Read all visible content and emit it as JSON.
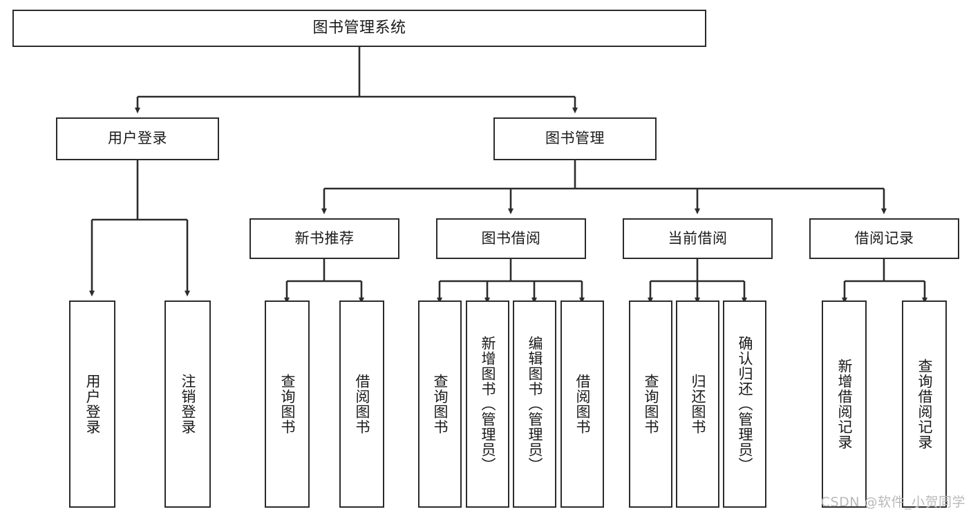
{
  "diagram": {
    "title": "图书管理系统",
    "type": "tree",
    "orientation": "top-down",
    "colors": {
      "stroke": "#2b2b2b",
      "fill": "#ffffff",
      "text": "#1a1a1a",
      "background": "#ffffff",
      "watermark": "#b9b9b9"
    },
    "root": {
      "label": "图书管理系统"
    },
    "level2": [
      {
        "label": "用户登录"
      },
      {
        "label": "图书管理"
      }
    ],
    "level3": [
      {
        "label": "新书推荐"
      },
      {
        "label": "图书借阅"
      },
      {
        "label": "当前借阅"
      },
      {
        "label": "借阅记录"
      }
    ],
    "leaves": {
      "user_login": [
        {
          "label": "用户登录"
        },
        {
          "label": "注销登录"
        }
      ],
      "new_book": [
        {
          "label": "查询图书"
        },
        {
          "label": "借阅图书"
        }
      ],
      "borrow": [
        {
          "label": "查询图书"
        },
        {
          "label": "新增图书（管理员）"
        },
        {
          "label": "编辑图书（管理员）"
        },
        {
          "label": "借阅图书"
        }
      ],
      "current": [
        {
          "label": "查询图书"
        },
        {
          "label": "归还图书"
        },
        {
          "label": "确认归还（管理员）"
        }
      ],
      "records": [
        {
          "label": "新增借阅记录"
        },
        {
          "label": "查询借阅记录"
        }
      ]
    }
  },
  "watermark": {
    "text": "CSDN @软件_小贺同学"
  }
}
